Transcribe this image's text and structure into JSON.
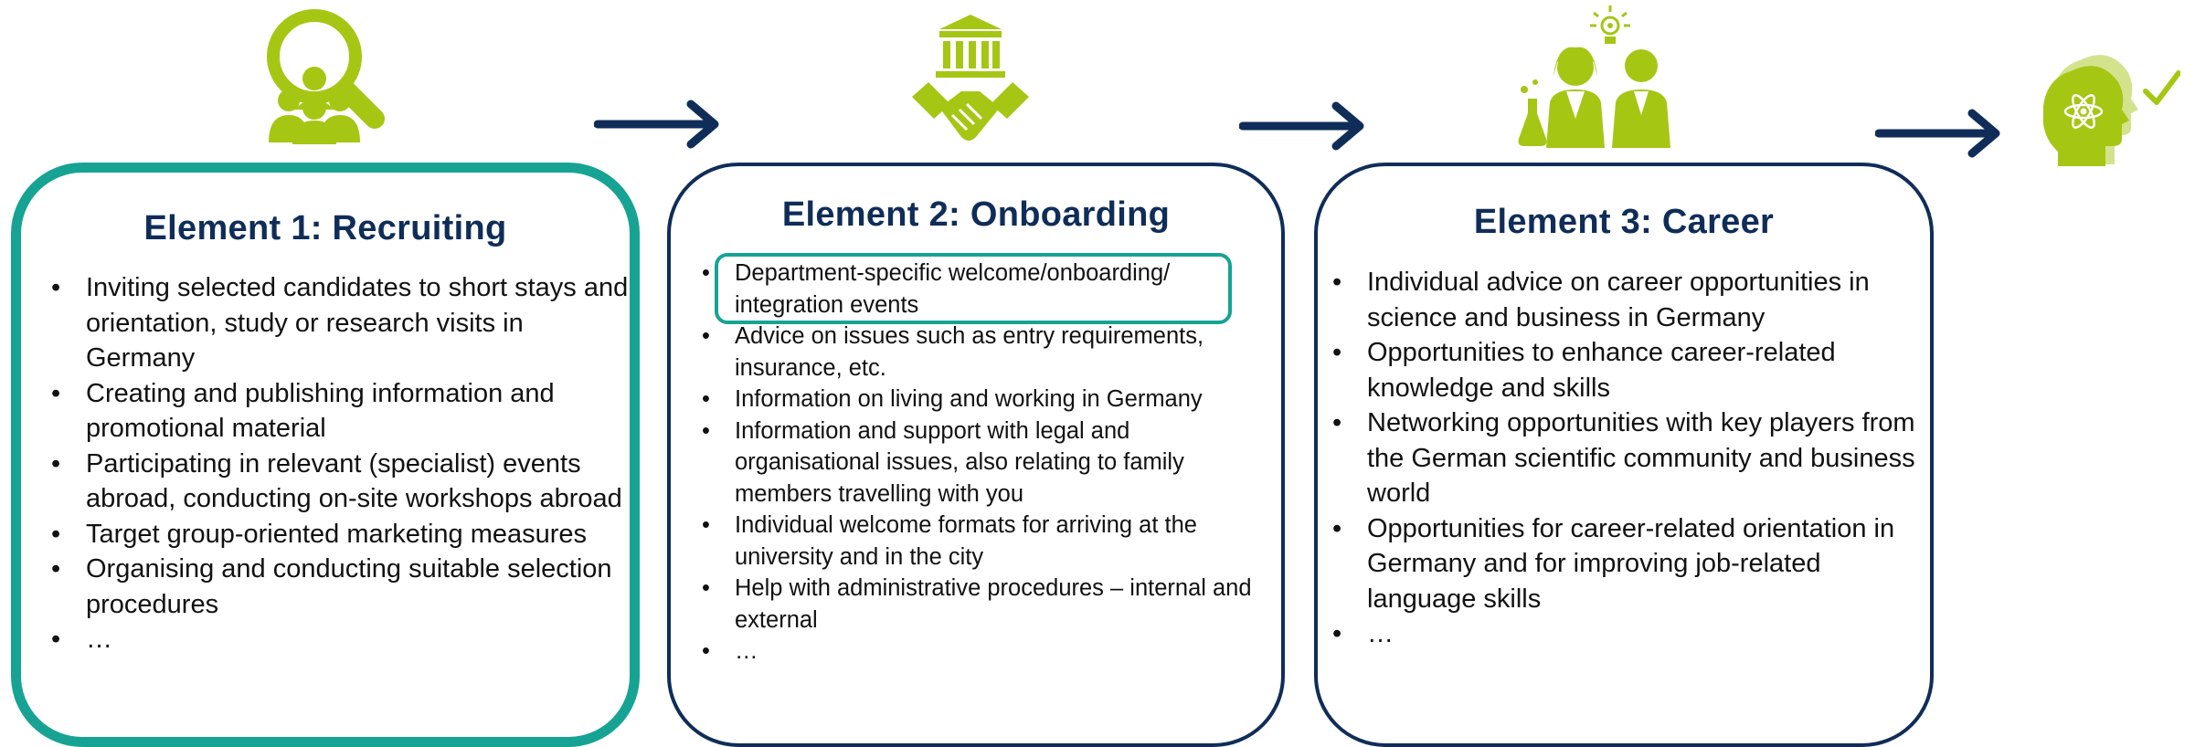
{
  "colors": {
    "navy": "#0f2d58",
    "teal": "#17a394",
    "lime": "#a6c614"
  },
  "icons": [
    "magnifier-people-icon",
    "institution-handshake-icon",
    "researchers-lightbulb-icon",
    "head-atom-check-icon"
  ],
  "steps": [
    {
      "title": "Element 1: Recruiting",
      "active": true,
      "items": [
        "Inviting selected candidates to short stays and orientation, study or research visits in Germany",
        "Creating and publishing information and promotional material",
        "Participating in relevant (specialist) events abroad, conducting on-site workshops abroad",
        "Target group-oriented marketing measures",
        "Organising and conducting suitable selection procedures",
        "…"
      ]
    },
    {
      "title": "Element 2: Onboarding",
      "active": false,
      "items": [
        "Department-specific welcome/onboarding/ integration events",
        "Advice on issues such as entry requirements, insurance, etc.",
        "Information on living and working in Germany",
        "Information and support with legal and organisational issues, also relating to family members travelling with you",
        "Individual welcome formats for arriving at the university and in the city",
        "Help with administrative procedures – internal and external",
        "…"
      ]
    },
    {
      "title": "Element 3: Career",
      "active": false,
      "items": [
        "Individual advice on career opportunities in science and business in Germany",
        "Opportunities to enhance career-related knowledge and skills",
        "Networking opportunities with key players from the German scientific community and business world",
        "Opportunities for career-related orientation in Germany and for improving job-related language skills",
        "…"
      ]
    }
  ]
}
